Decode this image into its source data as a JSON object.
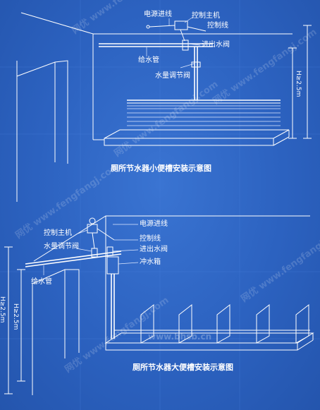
{
  "upper": {
    "power_line": "电源进线",
    "controller": "控制主机",
    "control_line": "控制线",
    "inlet_outlet_valve": "进出水阀",
    "water_pipe": "给水管",
    "flow_valve": "水量调节阀",
    "height": "H≥2.5m",
    "caption": "厕所节水器小便槽安装示意图"
  },
  "lower": {
    "controller": "控制主机",
    "power_line": "电源进线",
    "flow_valve": "水量调节阀",
    "control_line": "控制线",
    "inlet_outlet_valve": "进出水阀",
    "flush_tank": "冲水箱",
    "water_pipe": "给水管",
    "height_outer": "H≥2.5m",
    "height_inner": "H≥2.5m",
    "caption": "厕所节水器大便槽安装示意图"
  },
  "watermark": {
    "cn": "网优",
    "url": "www.fengfangj.com",
    "center": "www.bhsb.cn"
  },
  "colors": {
    "background": "#2c62c0",
    "lines": "#ffffff"
  }
}
